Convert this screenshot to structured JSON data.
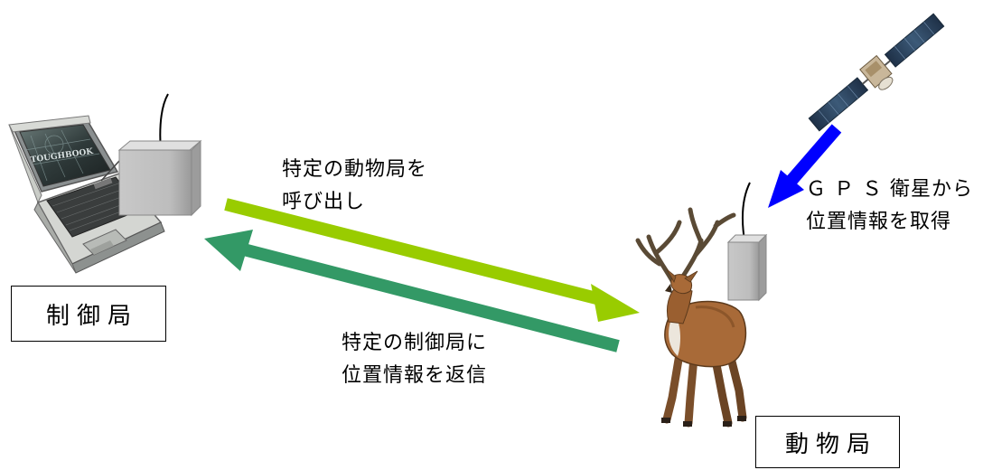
{
  "labels": {
    "call": [
      "特定の動物局を",
      "呼び出し"
    ],
    "reply": [
      "特定の制御局に",
      "位置情報を返信"
    ],
    "gps": [
      "Ｇ Ｐ Ｓ 衛星から",
      "位置情報を取得"
    ]
  },
  "nodes": {
    "control_station": "制御局",
    "animal_station": "動物局"
  },
  "laptop_brand": "TOUGHBOOK",
  "colors": {
    "call_arrow": "#99cc00",
    "reply_arrow": "#339966",
    "gps_arrow": "#0000ff"
  },
  "icons": [
    "laptop-icon",
    "radio-unit-icon",
    "satellite-icon",
    "deer-icon",
    "antenna-icon"
  ]
}
